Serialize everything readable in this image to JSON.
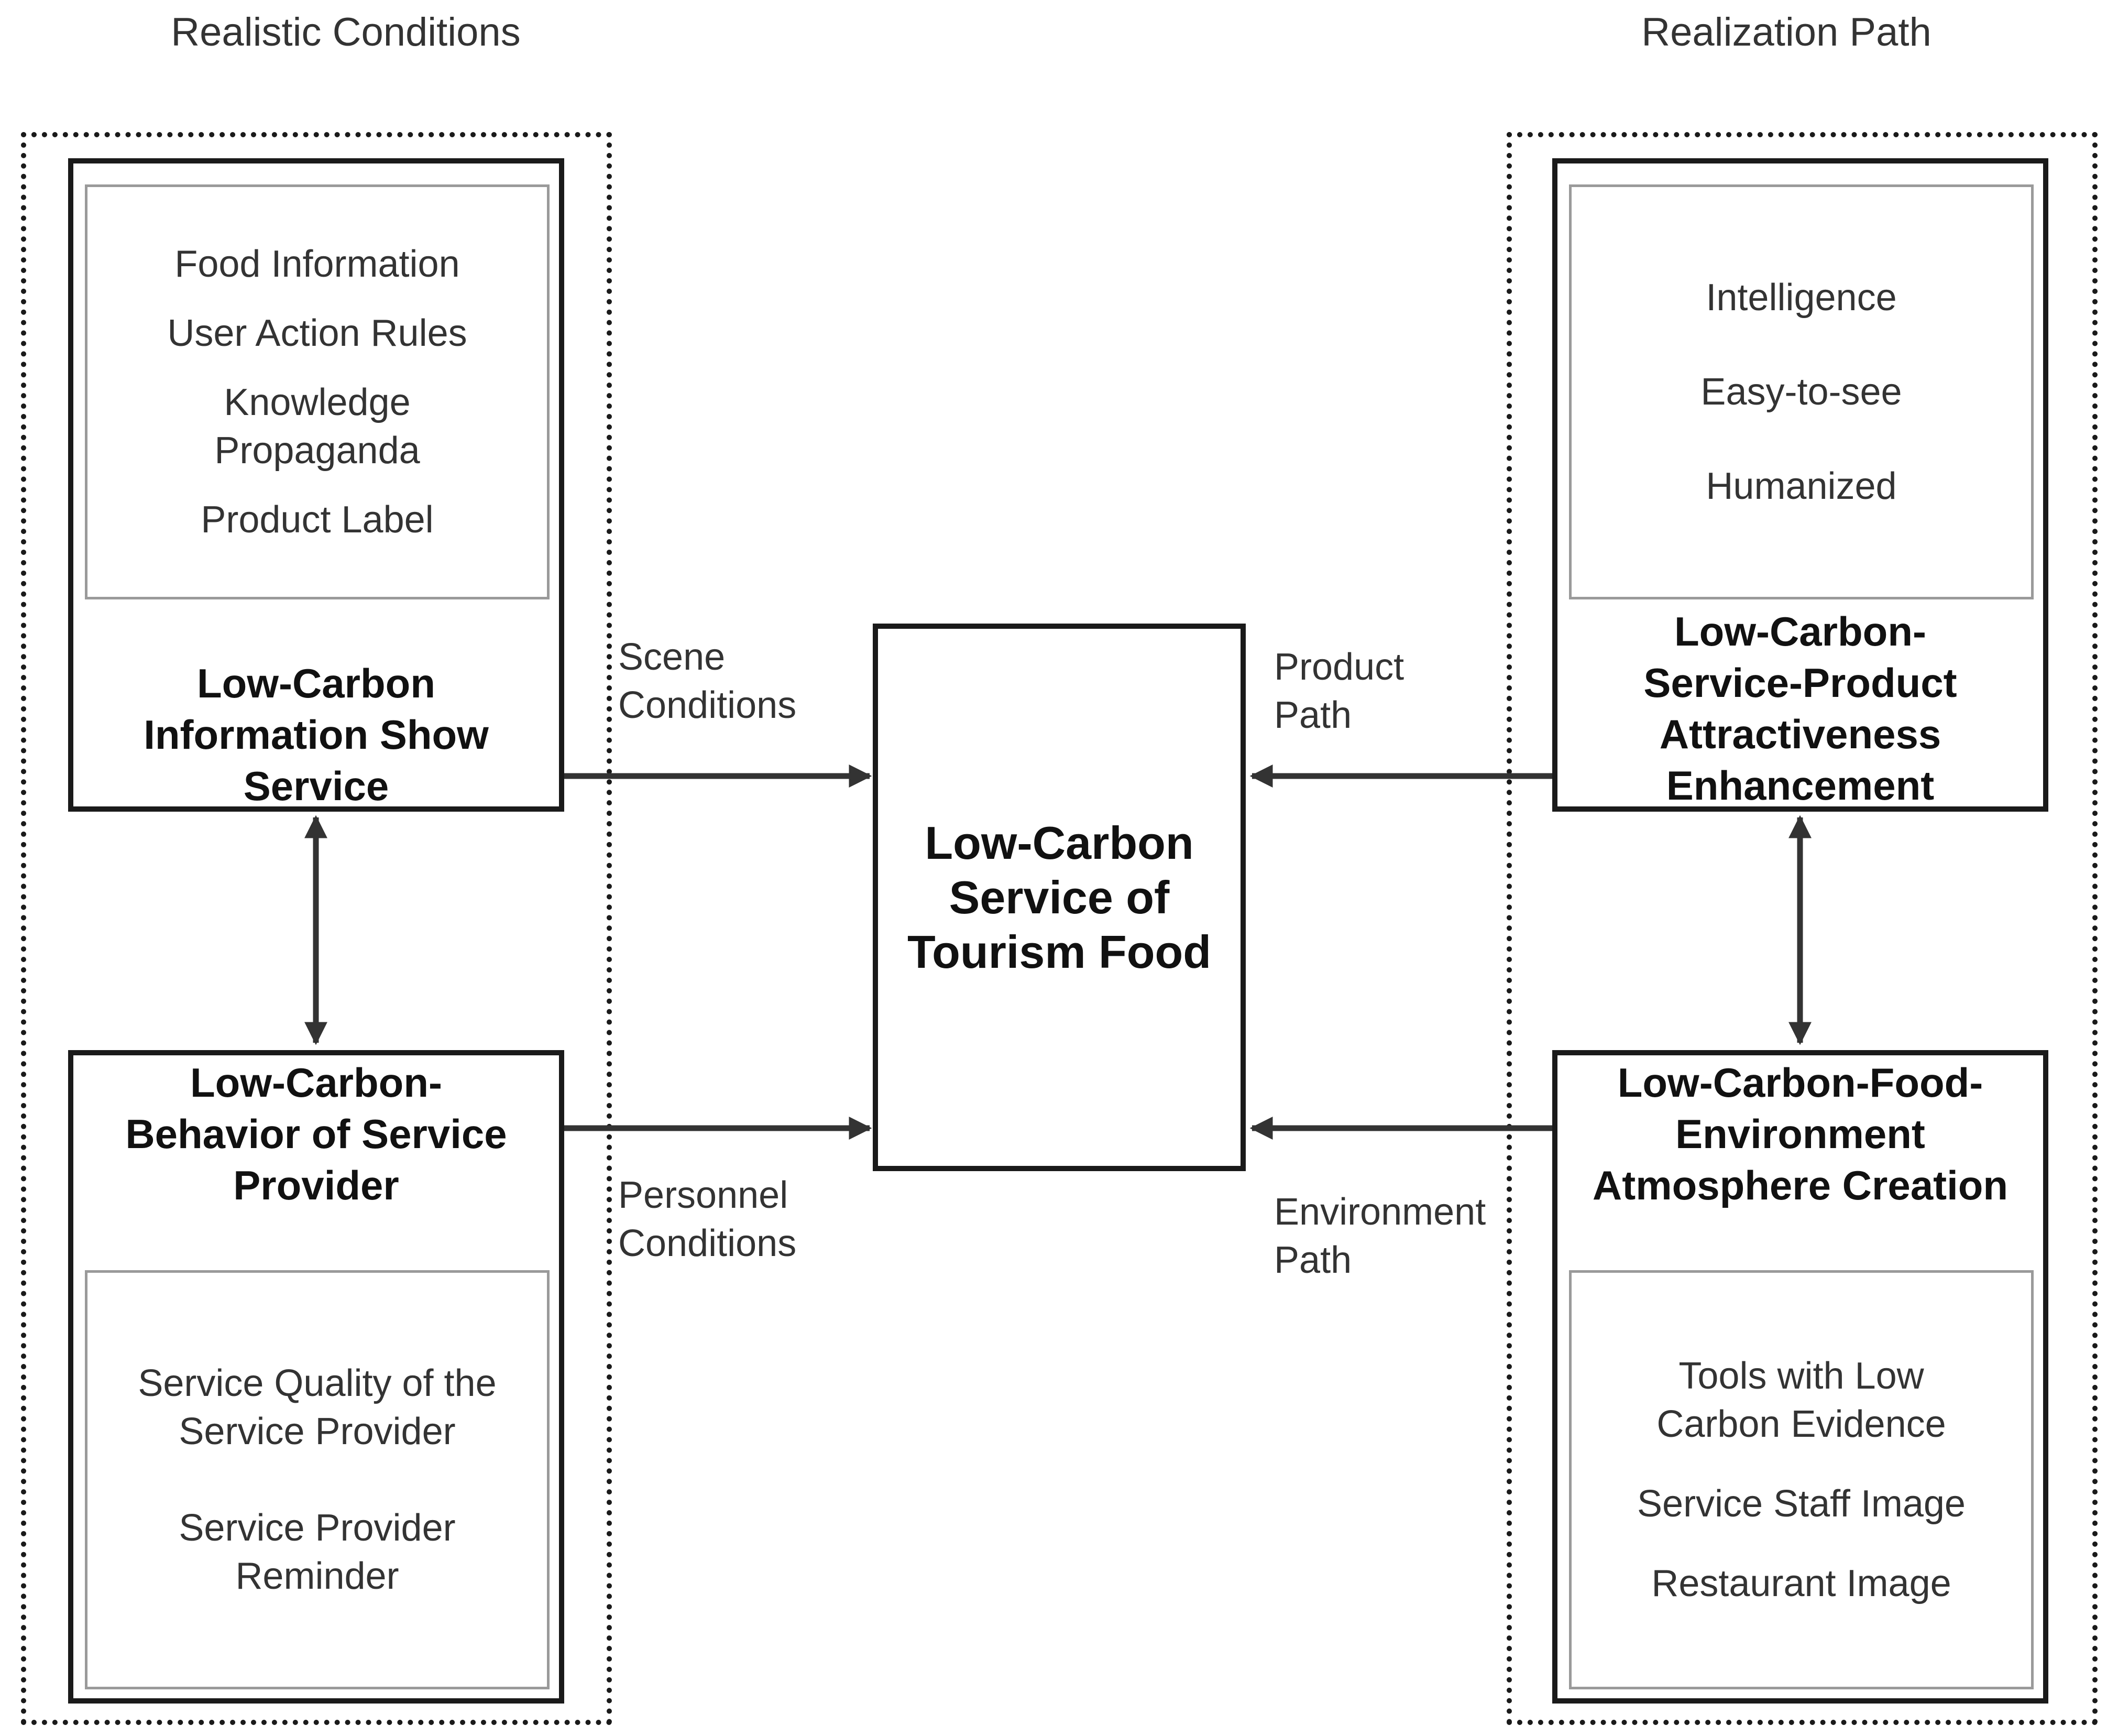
{
  "titles": {
    "left": "Realistic Conditions",
    "right": "Realization Path"
  },
  "center": {
    "label": "Low-Carbon Service of Tourism Food"
  },
  "boxes": {
    "top_left": {
      "heading": "Low-Carbon Information Show Service",
      "items": [
        "Food Information",
        "User Action Rules",
        "Knowledge Propaganda",
        "Product Label"
      ]
    },
    "bottom_left": {
      "heading": "Low-Carbon-Behavior of Service Provider",
      "items": [
        "Service Quality of the Service Provider",
        "Service Provider Reminder"
      ]
    },
    "top_right": {
      "heading": "Low-Carbon-Service-Product Attractiveness Enhancement",
      "items": [
        "Intelligence",
        "Easy-to-see",
        "Humanized"
      ]
    },
    "bottom_right": {
      "heading": "Low-Carbon-Food-Environment Atmosphere Creation",
      "items": [
        "Tools with Low Carbon Evidence",
        "Service Staff Image",
        "Restaurant Image"
      ]
    }
  },
  "edge_labels": {
    "scene": "Scene Conditions",
    "personnel": "Personnel Conditions",
    "product": "Product Path",
    "environment": "Environment Path"
  },
  "colors": {
    "stroke": "#1a1a1a",
    "inner_border": "#9a9a9a",
    "text": "#333333"
  }
}
